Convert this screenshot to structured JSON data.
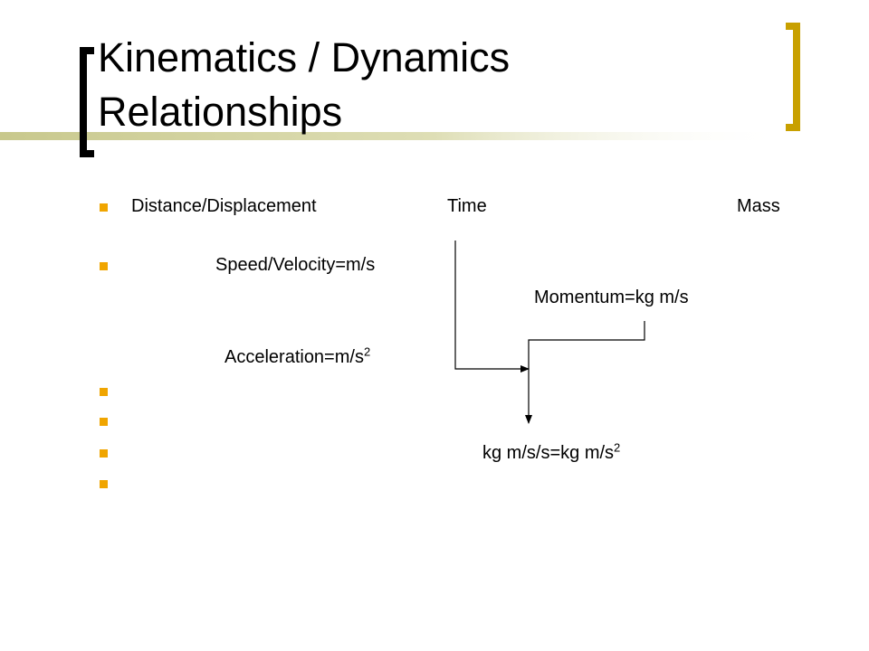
{
  "slide": {
    "title_line1": "Kinematics / Dynamics",
    "title_line2": "Relationships"
  },
  "labels": {
    "distance": "Distance/Displacement",
    "time": "Time",
    "mass": "Mass",
    "speed": "Speed/Velocity=m/s",
    "momentum": "Momentum=kg m/s",
    "acceleration": "Acceleration=m/s",
    "acceleration_exp": "2",
    "force_units": "kg m/s/s=kg m/s",
    "force_units_exp": "2"
  },
  "colors": {
    "bracket_left": "#000000",
    "bracket_right": "#c8a000",
    "title_rule": "#c8c88c",
    "bullet": "#f0a500"
  }
}
